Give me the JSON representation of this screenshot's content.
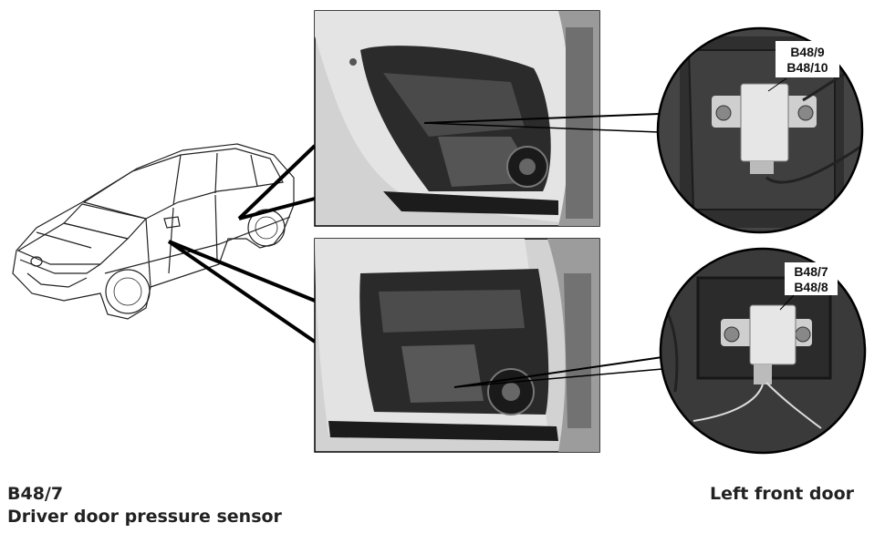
{
  "caption": {
    "component_code": "B48/7",
    "component_name": "Driver door pressure sensor",
    "location": "Left front door"
  },
  "callouts": {
    "rear": [
      "B48/9",
      "B48/10"
    ],
    "front": [
      "B48/7",
      "B48/8"
    ]
  },
  "colors": {
    "line": "#000000",
    "panel_bg": "#cfcfcf",
    "door_dark": "#2a2a2a",
    "zoom_bg": "#3b3b3b",
    "sensor": "#e6e6e6"
  }
}
